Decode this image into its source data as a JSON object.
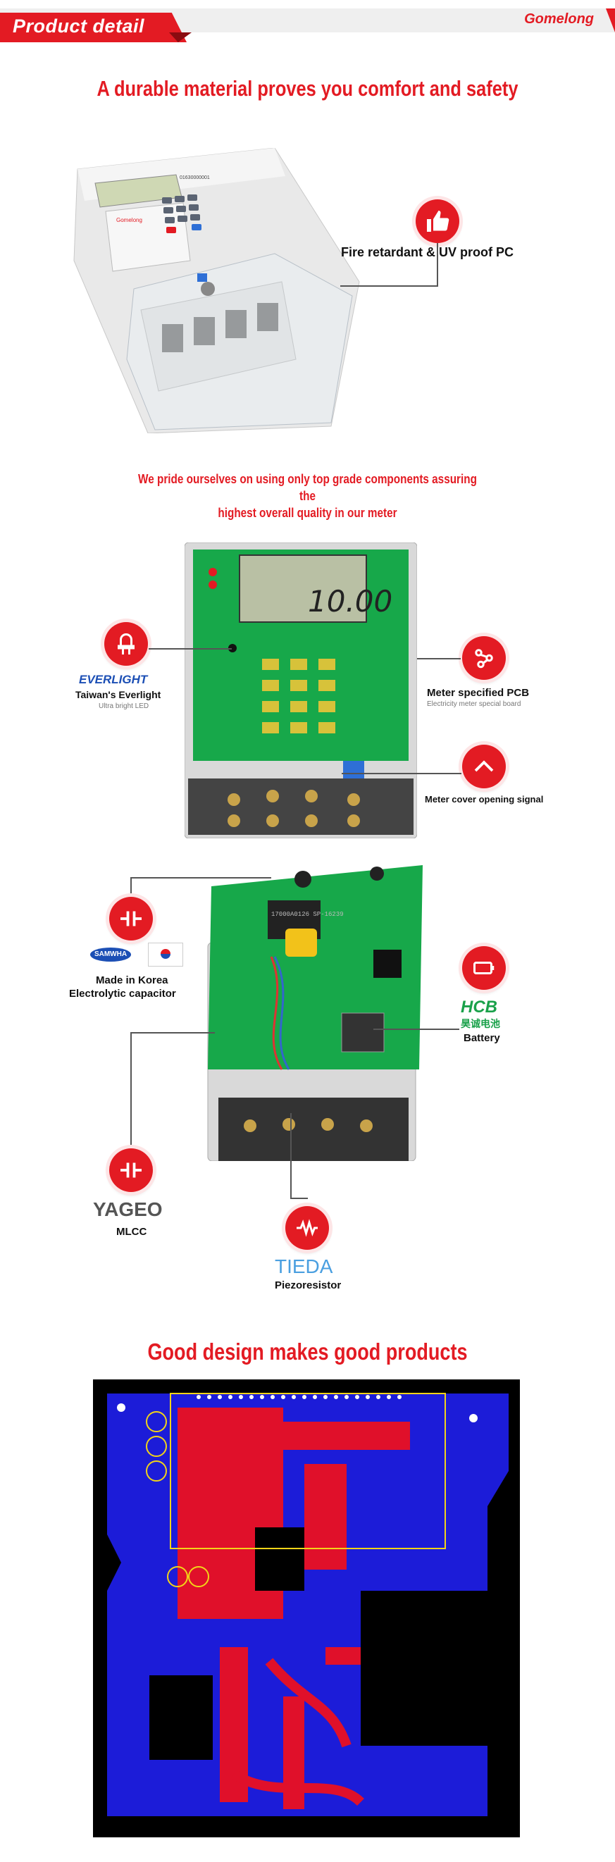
{
  "header": {
    "title": "Product detail",
    "brand": "Gomelong"
  },
  "section1": {
    "heading": "A durable material proves you comfort and safety",
    "callout": {
      "icon": "thumbs-up-icon",
      "label": "Fire retardant & UV proof PC"
    },
    "meter": {
      "logo": "Gomelong",
      "serial": "01630000001"
    }
  },
  "tagline": {
    "line1": "We pride ourselves on using only top grade components assuring the",
    "line2": "highest overall quality in our meter"
  },
  "section2": {
    "lcd_reading": "10.00",
    "callouts": {
      "led": {
        "icon": "led-icon",
        "brand": "EVERLIGHT",
        "label": "Taiwan's Everlight",
        "sub": "Ultra bright LED"
      },
      "pcb": {
        "icon": "circuit-icon",
        "label": "Meter specified PCB",
        "sub": "Electricity meter special board"
      },
      "cover": {
        "icon": "chevron-up-icon",
        "label": "Meter cover opening signal"
      }
    }
  },
  "section3": {
    "transformer_text": "17000A0126 SP-16239",
    "callouts": {
      "capacitor": {
        "icon": "capacitor-icon",
        "brand": "SAMWHA",
        "label1": "Made in Korea",
        "label2": "Electrolytic capacitor"
      },
      "battery": {
        "icon": "battery-icon",
        "brand": "HCB",
        "brand_cn": "昊诚电池",
        "label": "Battery"
      },
      "mlcc": {
        "icon": "capacitor-icon",
        "brand": "YAGEO",
        "label": "MLCC"
      },
      "piezo": {
        "icon": "resistor-icon",
        "brand": "TIEDA",
        "label": "Piezoresistor"
      }
    }
  },
  "section4": {
    "heading": "Good design makes good products"
  },
  "colors": {
    "accent": "#e31b23",
    "pcb_green": "#17a84a",
    "layout_blue": "#1c1cd8",
    "layout_red": "#e0102a"
  }
}
